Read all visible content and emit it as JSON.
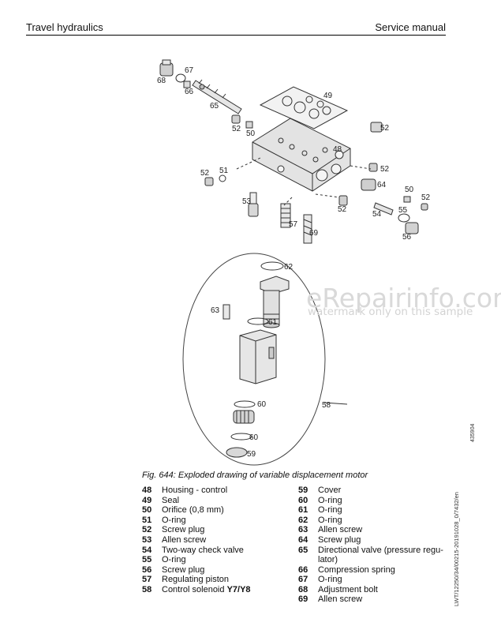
{
  "header": {
    "left": "Travel hydraulics",
    "right": "Service manual"
  },
  "watermark": {
    "line1": "eRepairinfo.com",
    "line2": "watermark only on this sample"
  },
  "figure": {
    "caption": "Fig. 644: Exploded drawing of variable displacement motor",
    "number": "435904",
    "side_code": "LWT/12250/34/00215-20191028_0/7432/en",
    "callouts": [
      "48",
      "49",
      "50",
      "51",
      "52",
      "53",
      "54",
      "55",
      "56",
      "57",
      "58",
      "59",
      "60",
      "61",
      "62",
      "63",
      "64",
      "65",
      "66",
      "67",
      "68",
      "69"
    ]
  },
  "legend": {
    "left": [
      {
        "num": "48",
        "text": "Housing - control"
      },
      {
        "num": "49",
        "text": "Seal"
      },
      {
        "num": "50",
        "text": "Orifice (0,8 mm)"
      },
      {
        "num": "51",
        "text": "O-ring"
      },
      {
        "num": "52",
        "text": "Screw plug"
      },
      {
        "num": "53",
        "text": "Allen screw"
      },
      {
        "num": "54",
        "text": "Two-way check valve"
      },
      {
        "num": "55",
        "text": "O-ring"
      },
      {
        "num": "56",
        "text": "Screw plug"
      },
      {
        "num": "57",
        "text": "Regulating piston"
      },
      {
        "num": "58",
        "text": "Control solenoid ",
        "bold": "Y7/Y8"
      }
    ],
    "right": [
      {
        "num": "59",
        "text": "Cover"
      },
      {
        "num": "60",
        "text": "O-ring"
      },
      {
        "num": "61",
        "text": "O-ring"
      },
      {
        "num": "62",
        "text": "O-ring"
      },
      {
        "num": "63",
        "text": "Allen screw"
      },
      {
        "num": "64",
        "text": "Screw plug"
      },
      {
        "num": "65",
        "text": "Directional valve (pressure regu-lator)"
      },
      {
        "num": "66",
        "text": "Compression spring"
      },
      {
        "num": "67",
        "text": "O-ring"
      },
      {
        "num": "68",
        "text": "Adjustment bolt"
      },
      {
        "num": "69",
        "text": "Allen screw"
      }
    ]
  }
}
